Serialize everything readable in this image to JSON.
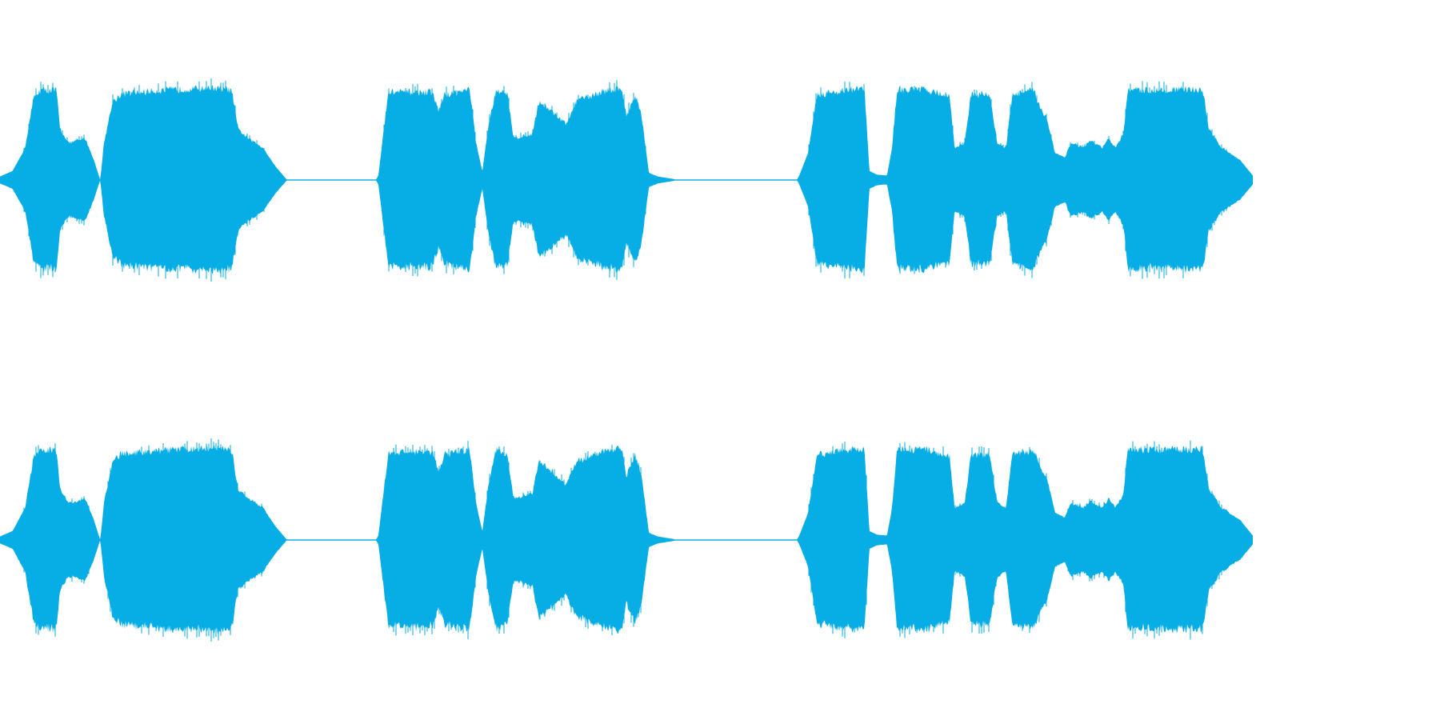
{
  "waveform": {
    "color": "#06aee5",
    "background": "#ffffff",
    "channels": [
      "left",
      "right"
    ],
    "duration_fraction": 0.87,
    "segments": [
      {
        "start": 0.0,
        "end": 0.228,
        "peak": 1.0
      },
      {
        "start": 0.302,
        "end": 0.538,
        "peak": 1.0
      },
      {
        "start": 0.636,
        "end": 1.0,
        "peak": 1.0
      }
    ]
  }
}
